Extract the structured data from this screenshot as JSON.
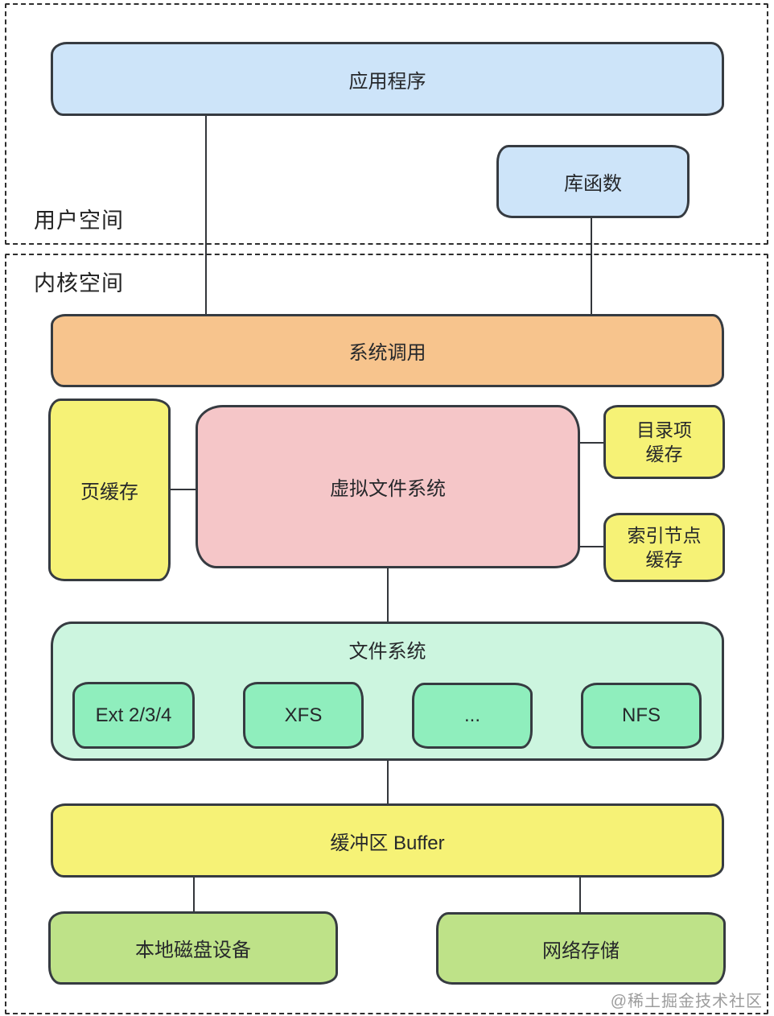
{
  "regions": {
    "user_space": {
      "label": "用户空间"
    },
    "kernel_space": {
      "label": "内核空间"
    }
  },
  "nodes": {
    "application": {
      "label": "应用程序"
    },
    "library": {
      "label": "库函数"
    },
    "system_call": {
      "label": "系统调用"
    },
    "page_cache": {
      "label": "页缓存"
    },
    "vfs": {
      "label": "虚拟文件系统"
    },
    "dentry_cache": {
      "line1": "目录项",
      "line2": "缓存"
    },
    "inode_cache": {
      "line1": "索引节点",
      "line2": "缓存"
    },
    "file_system": {
      "label": "文件系统",
      "children": [
        {
          "label": "Ext 2/3/4"
        },
        {
          "label": "XFS"
        },
        {
          "label": "..."
        },
        {
          "label": "NFS"
        }
      ]
    },
    "buffer": {
      "label": "缓冲区 Buffer"
    },
    "local_disk": {
      "label": "本地磁盘设备"
    },
    "network_storage": {
      "label": "网络存储"
    }
  },
  "colors": {
    "box_blue": "#cde4f9",
    "box_orange": "#f7c48d",
    "box_yellow": "#f6f276",
    "box_pink": "#f5c6c8",
    "box_mint": "#ccf5df",
    "box_green": "#8feebd",
    "box_olive_green": "#bee288",
    "stroke": "#363b41",
    "dashed_border": "#2e2e2e"
  },
  "watermark": "@稀土掘金技术社区"
}
